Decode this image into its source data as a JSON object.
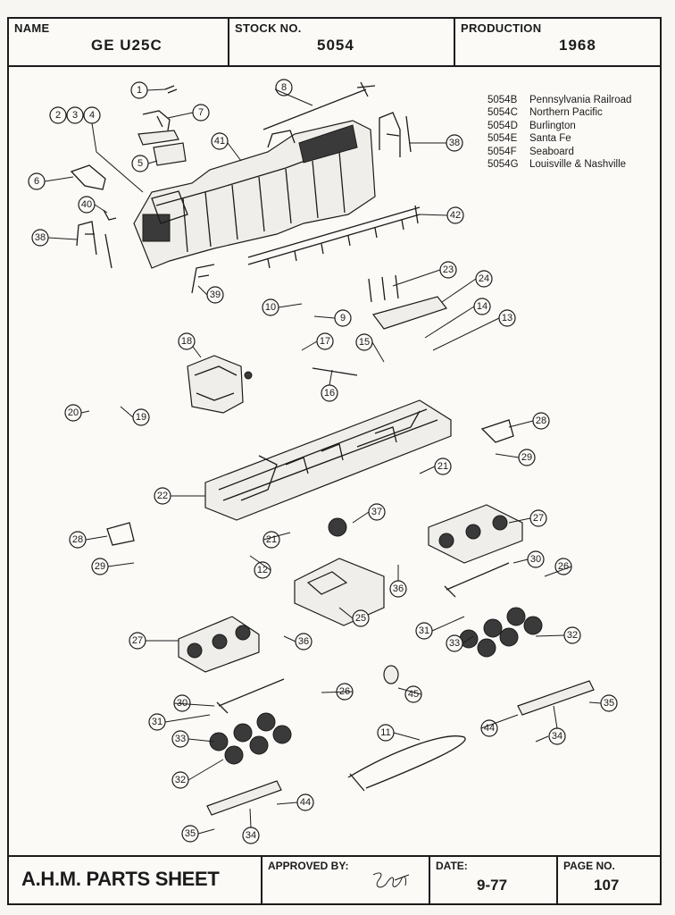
{
  "header": {
    "name_label": "NAME",
    "name_value": "GE U25C",
    "stock_label": "STOCK NO.",
    "stock_value": "5054",
    "production_label": "PRODUCTION",
    "production_value": "1968"
  },
  "variants": [
    {
      "code": "5054B",
      "road": "Pennsylvania Railroad"
    },
    {
      "code": "5054C",
      "road": "Northern Pacific"
    },
    {
      "code": "5054D",
      "road": "Burlington"
    },
    {
      "code": "5054E",
      "road": "Santa Fe"
    },
    {
      "code": "5054F",
      "road": "Seaboard"
    },
    {
      "code": "5054G",
      "road": "Louisville & Nashville"
    }
  ],
  "callouts": [
    "1",
    "2",
    "3",
    "4",
    "5",
    "6",
    "7",
    "8",
    "9",
    "10",
    "11",
    "12",
    "13",
    "14",
    "15",
    "16",
    "17",
    "18",
    "19",
    "20",
    "21",
    "21",
    "22",
    "23",
    "24",
    "25",
    "26",
    "26",
    "27",
    "27",
    "28",
    "28",
    "29",
    "29",
    "30",
    "30",
    "31",
    "31",
    "32",
    "32",
    "33",
    "33",
    "34",
    "34",
    "35",
    "35",
    "36",
    "36",
    "37",
    "38",
    "38",
    "39",
    "40",
    "41",
    "42",
    "44",
    "44",
    "45"
  ],
  "footer": {
    "title": "A.H.M. PARTS SHEET",
    "approved_label": "APPROVED BY:",
    "date_label": "DATE:",
    "date_value": "9-77",
    "page_label": "PAGE NO.",
    "page_value": "107"
  }
}
